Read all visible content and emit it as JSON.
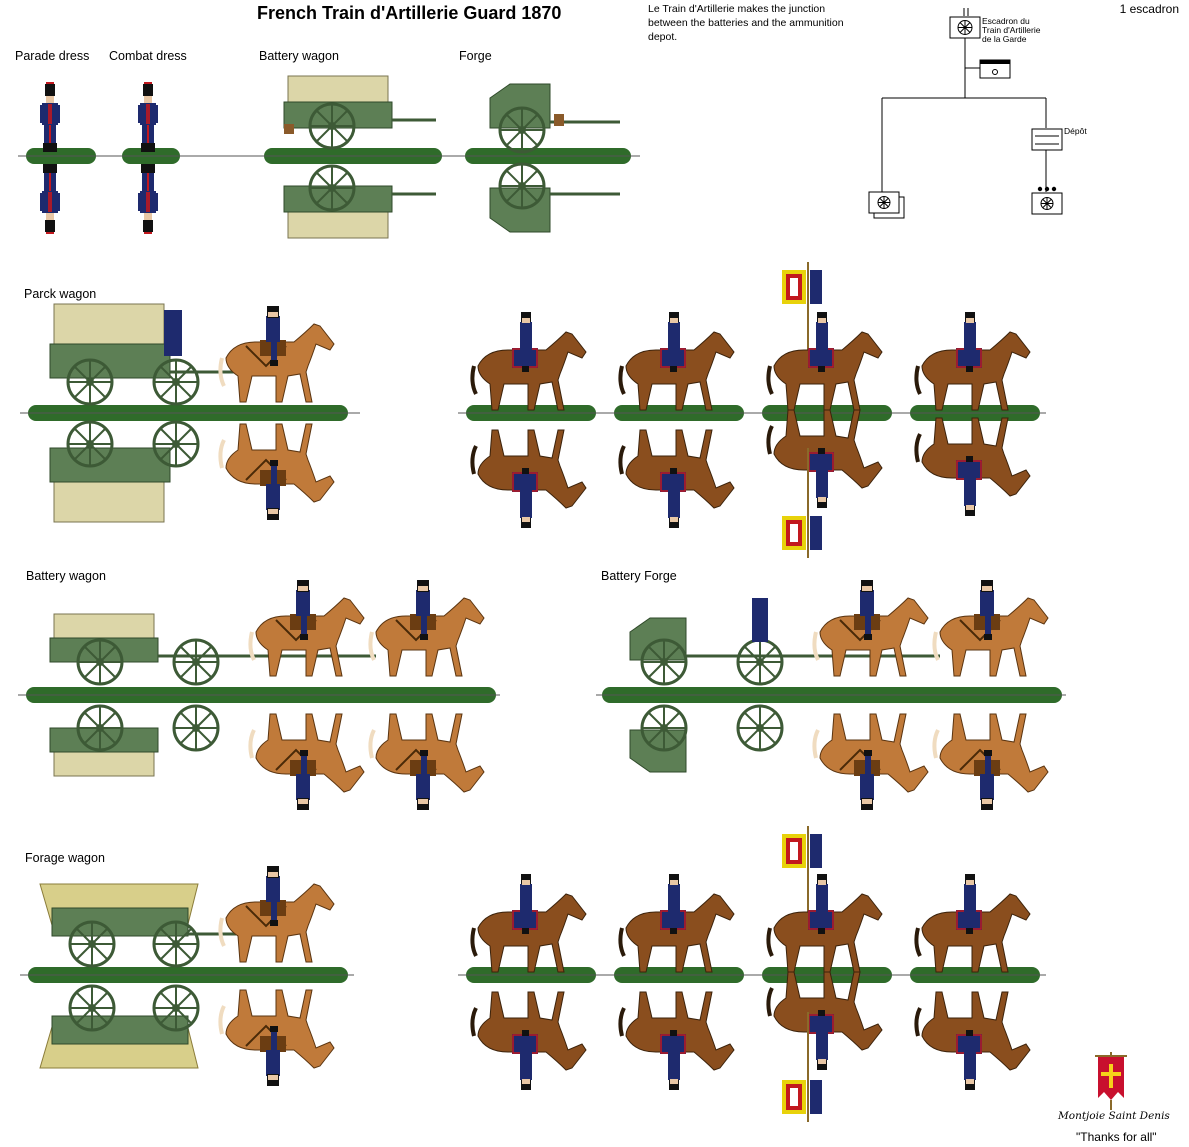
{
  "title": "French Train d'Artillerie Guard 1870",
  "note": "Le Train d'Artillerie makes the junction between the batteries and the ammunition depot.",
  "unit_count": "1 escadron",
  "labels": {
    "parade_dress": "Parade dress",
    "combat_dress": "Combat dress",
    "battery_wagon_top": "Battery wagon",
    "forge": "Forge",
    "parck_wagon": "Parck wagon",
    "battery_wagon": "Battery wagon",
    "battery_forge": "Battery Forge",
    "forage_wagon": "Forage wagon"
  },
  "org_chart": {
    "hq": "Escadron du Train d'Artillerie de la Garde",
    "depot": "Dépôt"
  },
  "footer": {
    "motto": "Montjoie Saint Denis",
    "thanks": "\"Thanks for all\""
  },
  "colors": {
    "base_green": "#2f6b2a",
    "wagon_green": "#5d7f55",
    "canvas": "#dcd6a8",
    "coat_blue": "#1e2a6e",
    "red": "#c2181e",
    "bay_horse": "#8a4e1e",
    "chestnut_horse": "#c07a3a",
    "grey_horse": "#b9b9b9",
    "black_horse": "#222222",
    "banner_red": "#c8102e",
    "cross_yellow": "#f6d21a"
  }
}
